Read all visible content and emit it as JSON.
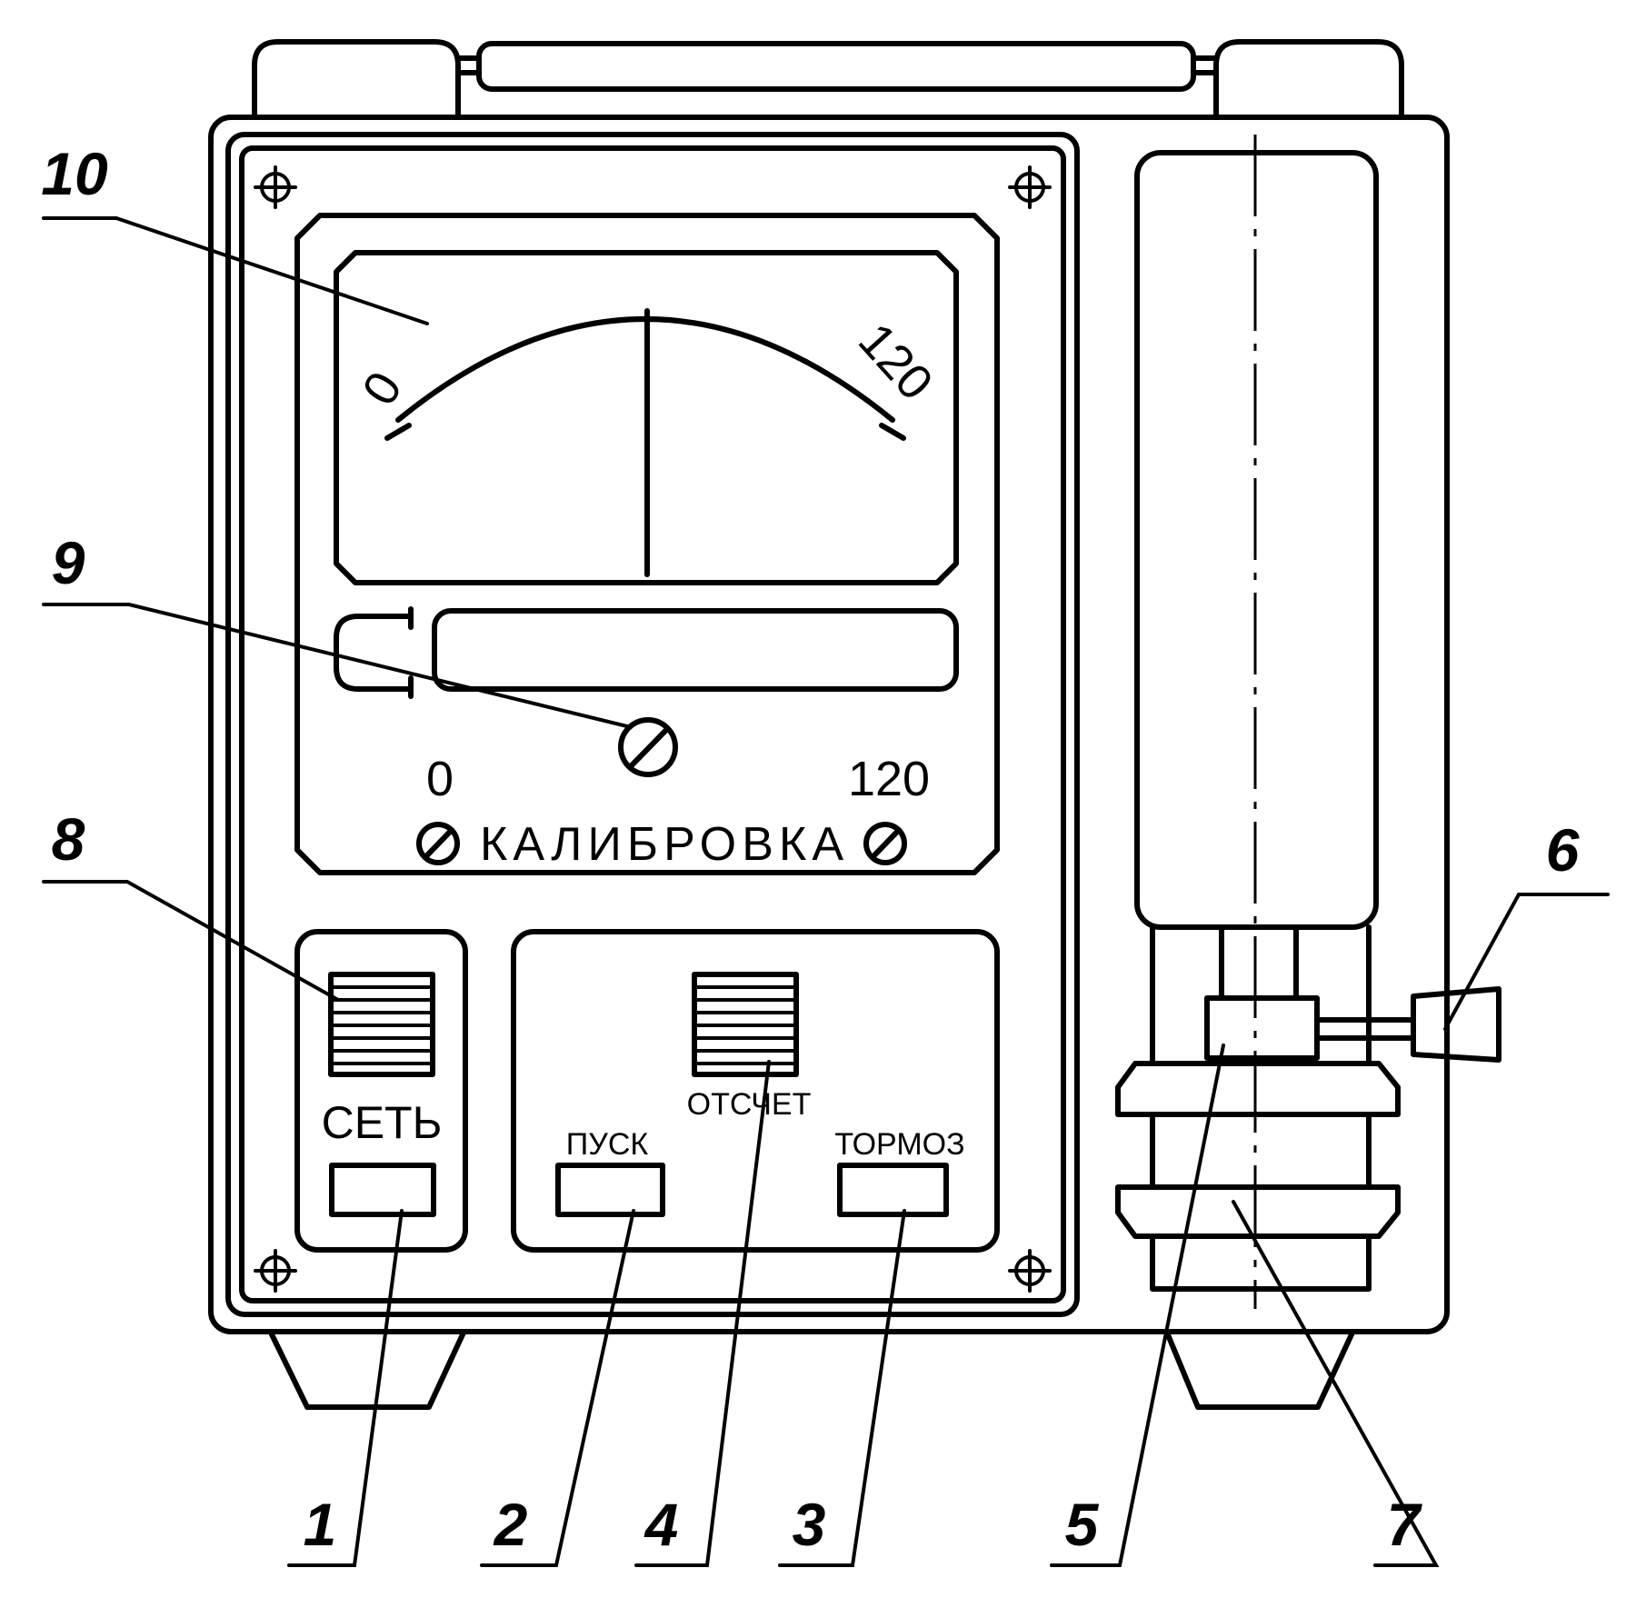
{
  "meter": {
    "dial_zero": "0",
    "dial_max": "120",
    "scale_zero": "0",
    "scale_max": "120",
    "calibration_label": "КАЛИБРОВКА"
  },
  "panel": {
    "power_label": "СЕТЬ",
    "start_label": "ПУСК",
    "reading_label": "ОТСЧЕТ",
    "brake_label": "ТОРМОЗ"
  },
  "callouts": [
    "1",
    "2",
    "3",
    "4",
    "5",
    "6",
    "7",
    "8",
    "9",
    "10"
  ]
}
